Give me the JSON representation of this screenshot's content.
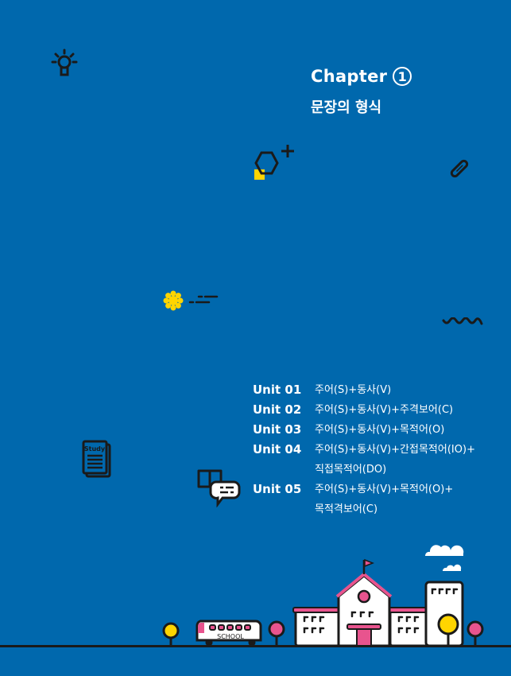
{
  "chapter": {
    "label": "Chapter",
    "number": "1",
    "title": "문장의 형식"
  },
  "units": [
    {
      "label": "Unit 01",
      "desc": "주어(S)+동사(V)"
    },
    {
      "label": "Unit 02",
      "desc": "주어(S)+동사(V)+주격보어(C)"
    },
    {
      "label": "Unit 03",
      "desc": "주어(S)+동사(V)+목적어(O)"
    },
    {
      "label": "Unit 04",
      "desc": "주어(S)+동사(V)+간접목적어(IO)+",
      "desc2": "직접목적어(DO)"
    },
    {
      "label": "Unit 05",
      "desc": "주어(S)+동사(V)+목적어(O)+",
      "desc2": "목적격보어(C)"
    }
  ],
  "illustrations": {
    "study_doc_text": "Study",
    "bus_text": "SCHOOL"
  },
  "colors": {
    "background": "#0068ad",
    "accent_yellow": "#ffd500",
    "accent_pink": "#e8548e",
    "outline": "#1a1a1a"
  }
}
